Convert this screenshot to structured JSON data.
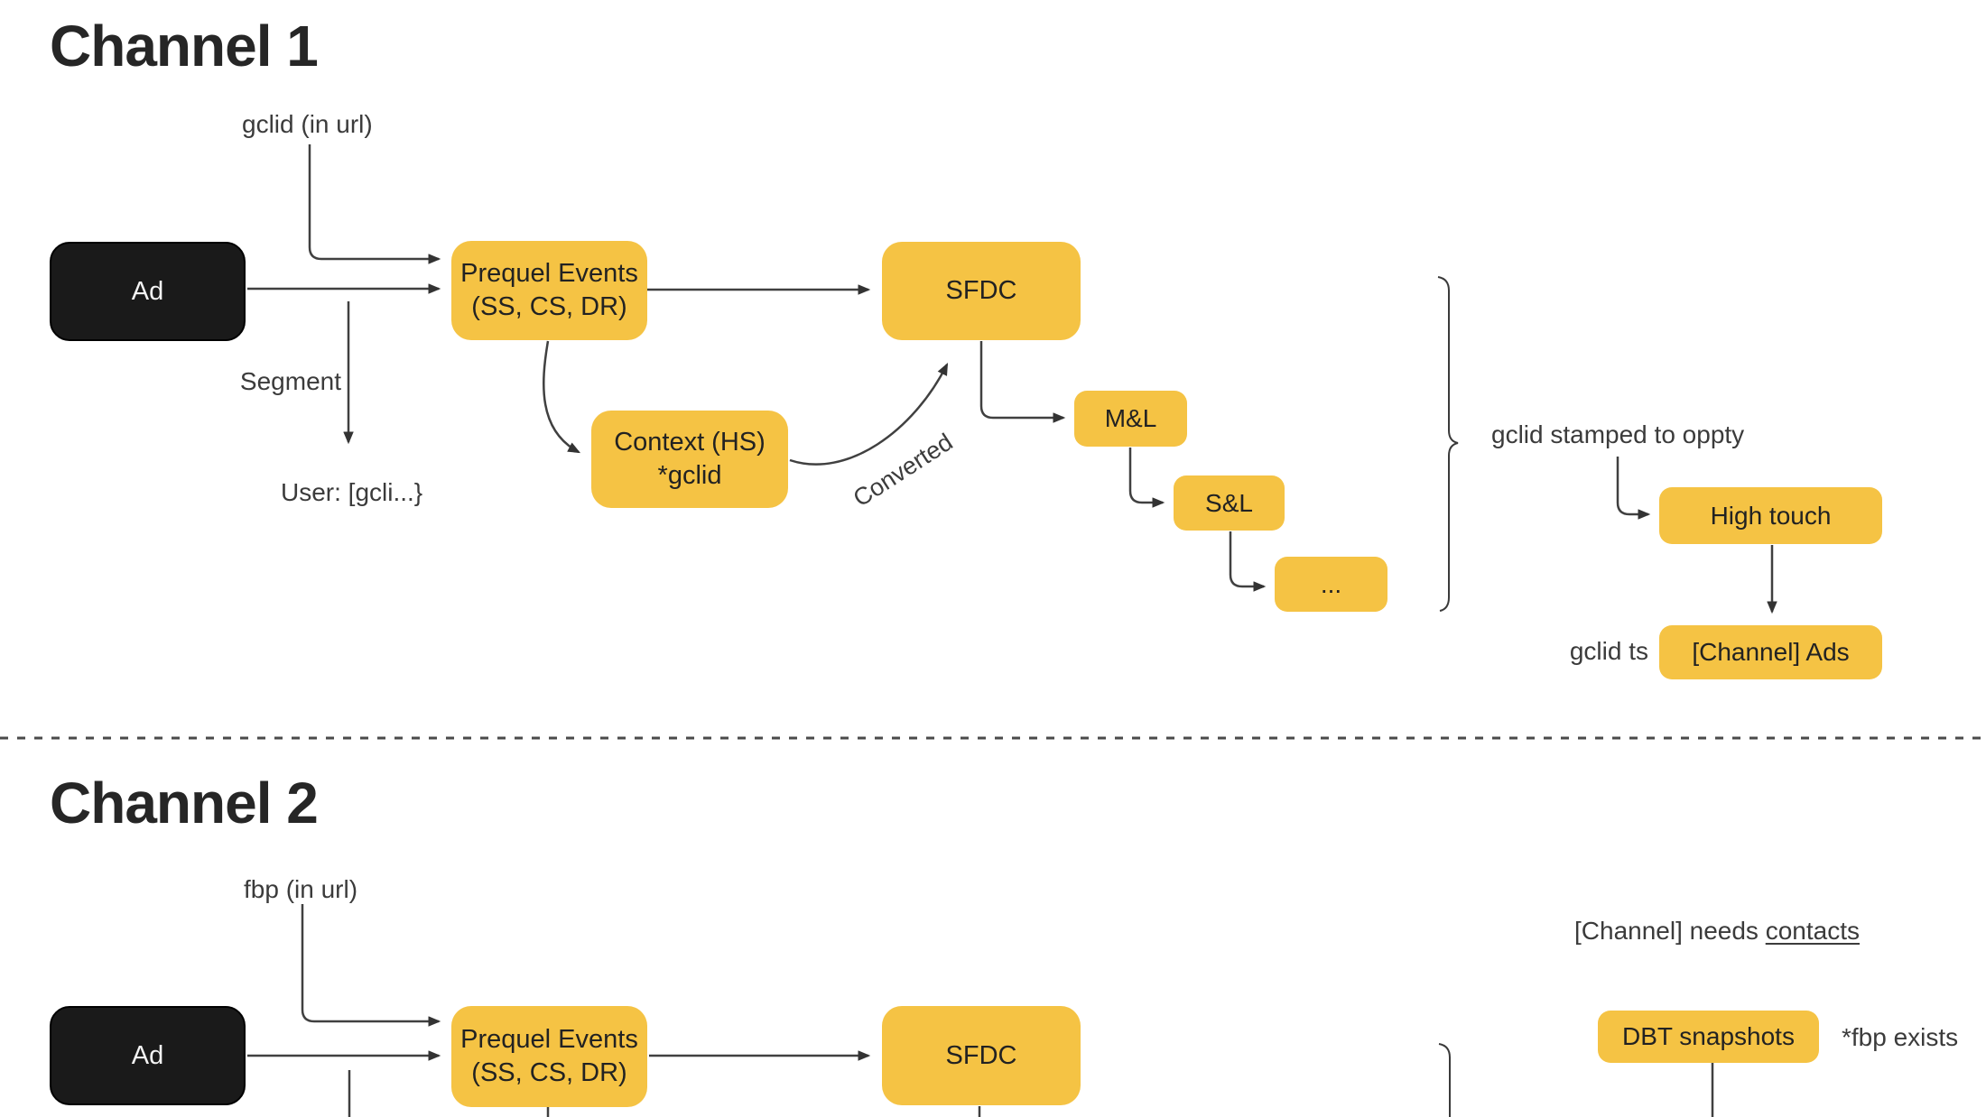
{
  "channel1": {
    "title": "Channel 1",
    "labels": {
      "gclid_url": "gclid (in url)",
      "segment": "Segment",
      "user": "User: [gcli...}",
      "converted": "Converted",
      "stamped": "gclid stamped to oppty",
      "gclid_ts": "gclid ts"
    },
    "nodes": {
      "ad": "Ad",
      "prequel_line1": "Prequel Events",
      "prequel_line2": "(SS, CS, DR)",
      "sfdc": "SFDC",
      "context_line1": "Context (HS)",
      "context_line2": "*gclid",
      "ml": "M&L",
      "sl": "S&L",
      "dots": "...",
      "high_touch": "High touch",
      "channel_ads": "[Channel] Ads"
    }
  },
  "channel2": {
    "title": "Channel 2",
    "labels": {
      "fbp_url": "fbp (in url)",
      "needs_prefix": "[Channel] needs ",
      "needs_link": "contacts",
      "fbp_exists": "*fbp exists"
    },
    "nodes": {
      "ad": "Ad",
      "prequel_line1": "Prequel Events",
      "prequel_line2": "(SS, CS, DR)",
      "sfdc": "SFDC",
      "dbt": "DBT snapshots"
    }
  },
  "colors": {
    "node_yellow": "#F5C344",
    "node_black": "#1A1A1A",
    "connector": "#404040",
    "label_text": "#3b3b3b",
    "title_text": "#262626"
  }
}
